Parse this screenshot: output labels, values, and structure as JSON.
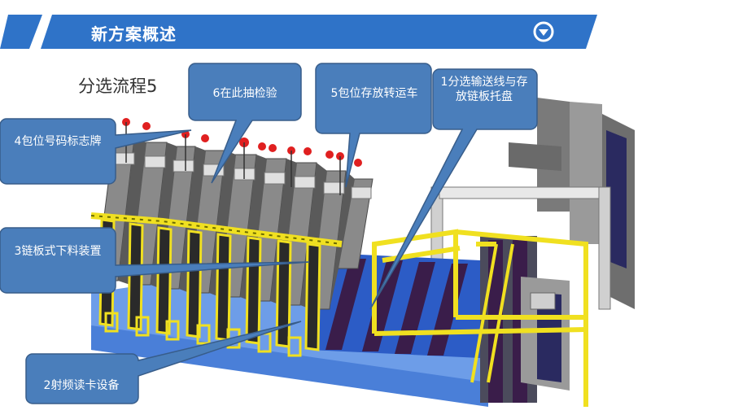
{
  "banner": {
    "title": "新方案概述",
    "accent_color": "#2f73c8",
    "icon": "chevron-down-circle-icon"
  },
  "section_title": "分选流程5",
  "callouts": [
    {
      "id": "1",
      "text": "1分选输送线与存放链板托盘"
    },
    {
      "id": "2",
      "text": "2射频读卡设备"
    },
    {
      "id": "3",
      "text": "3链板式下料装置"
    },
    {
      "id": "4",
      "text": "4包位号码标志牌"
    },
    {
      "id": "5",
      "text": "5包位存放转运车"
    },
    {
      "id": "6",
      "text": "6在此抽检验"
    }
  ],
  "colors": {
    "callout_fill": "#4a7ebb",
    "callout_border": "#385d8a",
    "rail_yellow": "#f0e020",
    "chute_gray": "#8a8a8a",
    "tray_blue": "#3b6fd4"
  }
}
